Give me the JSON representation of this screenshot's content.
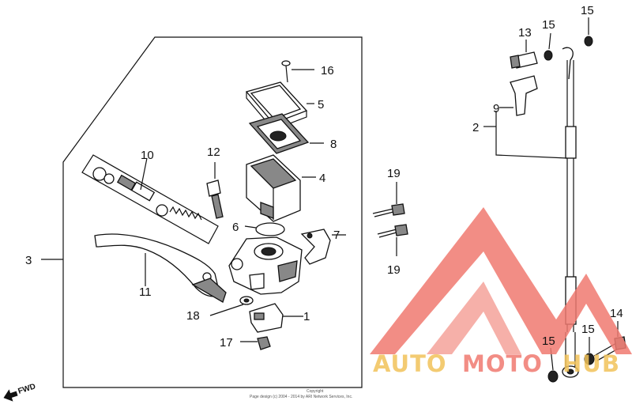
{
  "callouts": {
    "c1": "1",
    "c2": "2",
    "c3": "3",
    "c4": "4",
    "c5": "5",
    "c6": "6",
    "c7": "7",
    "c8": "8",
    "c9": "9",
    "c10": "10",
    "c11": "11",
    "c12": "12",
    "c13": "13",
    "c14": "14",
    "c15a": "15",
    "c15b": "15",
    "c15c": "15",
    "c16": "16",
    "c17": "17",
    "c18": "18",
    "c19a": "19",
    "c19b": "19"
  },
  "fwd_label": "FWD",
  "copyright": {
    "line1": "Copyright",
    "line2": "Page design (c) 2004 - 2014 by ARI Network Services, Inc."
  },
  "watermark": {
    "part1": "AUTO",
    "part2": "MOTO",
    "part3": "HUB",
    "colors": {
      "accent": "#f07a70",
      "gold": "#f2c35a"
    }
  }
}
